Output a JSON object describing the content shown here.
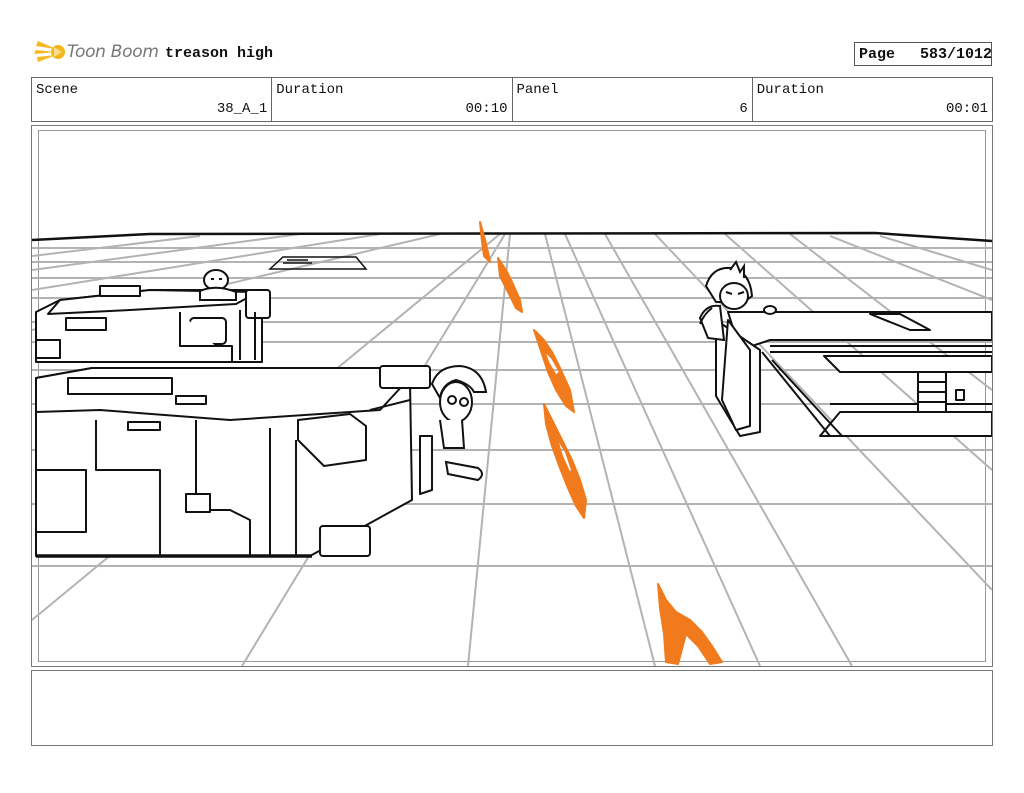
{
  "header": {
    "brand": "Toon Boom",
    "project_title": "treason high",
    "page_label": "Page",
    "page_number": "583/1012"
  },
  "info": {
    "scene_label": "Scene",
    "scene_value": "38_A_1",
    "duration_label": "Duration",
    "duration_value": "00:10",
    "panel_label": "Panel",
    "panel_value": "6",
    "panel_duration_label": "Duration",
    "panel_duration_value": "00:01"
  },
  "notes": {
    "text": ""
  },
  "colors": {
    "accent_orange": "#f07a1c",
    "logo_yellow": "#f5b81c",
    "guide_gray": "#b3b3b3"
  }
}
